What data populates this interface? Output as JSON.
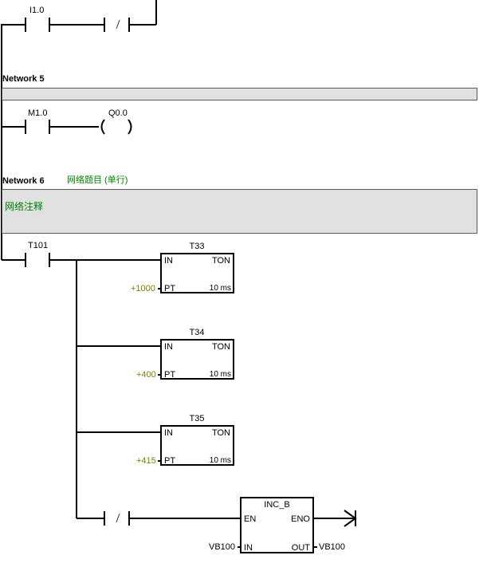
{
  "network4_tail": {
    "contact1": {
      "address": "I1.0",
      "type": "normally-open"
    },
    "contact2": {
      "address": "",
      "type": "normally-closed",
      "symbol": "/"
    }
  },
  "network5": {
    "title": "Network 5",
    "subtitle": "",
    "comment": "",
    "contact": {
      "address": "M1.0",
      "type": "normally-open"
    },
    "coil": {
      "address": "Q0.0",
      "type": "output-coil"
    }
  },
  "network6": {
    "title": "Network 6",
    "subtitle": "网络题目 (单行)",
    "comment": "网络注释",
    "contact": {
      "address": "T101",
      "type": "normally-open"
    },
    "timers": [
      {
        "name": "T33",
        "type": "TON",
        "in_pin": "IN",
        "pt_pin": "PT",
        "pt_value": "+1000",
        "resolution": "10 ms"
      },
      {
        "name": "T34",
        "type": "TON",
        "in_pin": "IN",
        "pt_pin": "PT",
        "pt_value": "+400",
        "resolution": "10 ms"
      },
      {
        "name": "T35",
        "type": "TON",
        "in_pin": "IN",
        "pt_pin": "PT",
        "pt_value": "+415",
        "resolution": "10 ms"
      }
    ],
    "nc_contact": {
      "address": "",
      "type": "normally-closed",
      "symbol": "/"
    },
    "inc_block": {
      "name": "INC_B",
      "en_pin": "EN",
      "eno_pin": "ENO",
      "in_pin": "IN",
      "out_pin": "OUT",
      "in_value": "VB100",
      "out_value": "VB100"
    }
  },
  "colors": {
    "comment_green": "#008000",
    "value_olive": "#808000",
    "comment_bg": "#e1e1e1"
  }
}
